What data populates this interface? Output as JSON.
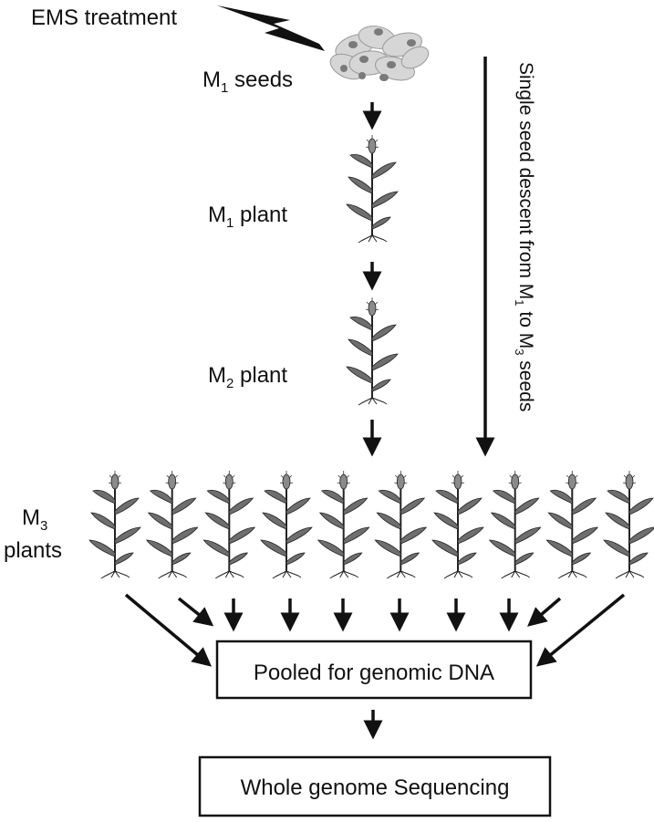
{
  "title": "",
  "treatment": {
    "label": "EMS treatment"
  },
  "stages": {
    "m1_seeds": {
      "prefix": "M",
      "sub": "1",
      "suffix": " seeds"
    },
    "m1_plant": {
      "prefix": "M",
      "sub": "1",
      "suffix": " plant"
    },
    "m2_plant": {
      "prefix": "M",
      "sub": "2",
      "suffix": " plant"
    },
    "m3_plants": {
      "line1_prefix": "M",
      "line1_sub": "3",
      "line2": "plants"
    }
  },
  "side_note": {
    "part1": "Single seed descent from M",
    "sub1": "1",
    "part2": " to M",
    "sub2": "3",
    "part3": " seeds"
  },
  "boxes": {
    "pooled": "Pooled for genomic DNA",
    "sequencing": "Whole genome Sequencing"
  },
  "m3_plant_count": 10,
  "colors": {
    "ink": "#111111",
    "seed_light": "#d6d6d6",
    "seed_dark": "#7a7a7a",
    "leaf": "#6e6e6e"
  }
}
